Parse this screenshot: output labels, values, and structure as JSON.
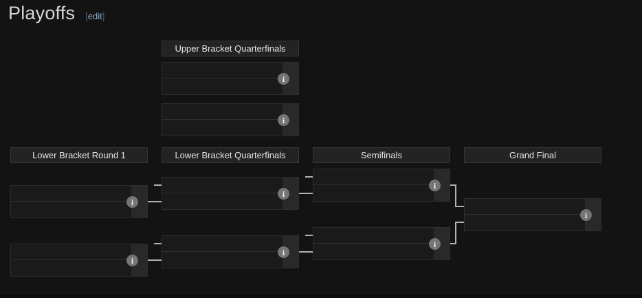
{
  "page": {
    "title": "Playoffs",
    "edit": {
      "open_bracket": "[",
      "label": "edit",
      "close_bracket": "]"
    }
  },
  "rounds": {
    "upper_bracket_quarterfinals": "Upper Bracket Quarterfinals",
    "lower_bracket_round_1": "Lower Bracket Round 1",
    "lower_bracket_quarterfinals": "Lower Bracket Quarterfinals",
    "semifinals": "Semifinals",
    "grand_final": "Grand Final"
  },
  "matches": [
    {
      "id": "upper-quarterfinal-1",
      "round": "Upper Bracket Quarterfinals",
      "slots": [
        {
          "team": "",
          "score": ""
        },
        {
          "team": "",
          "score": ""
        }
      ]
    },
    {
      "id": "upper-quarterfinal-2",
      "round": "Upper Bracket Quarterfinals",
      "slots": [
        {
          "team": "",
          "score": ""
        },
        {
          "team": "",
          "score": ""
        }
      ]
    },
    {
      "id": "lower-round1-1",
      "round": "Lower Bracket Round 1",
      "slots": [
        {
          "team": "",
          "score": ""
        },
        {
          "team": "",
          "score": ""
        }
      ]
    },
    {
      "id": "lower-round1-2",
      "round": "Lower Bracket Round 1",
      "slots": [
        {
          "team": "",
          "score": ""
        },
        {
          "team": "",
          "score": ""
        }
      ]
    },
    {
      "id": "lower-quarterfinal-1",
      "round": "Lower Bracket Quarterfinals",
      "slots": [
        {
          "team": "",
          "score": ""
        },
        {
          "team": "",
          "score": ""
        }
      ]
    },
    {
      "id": "lower-quarterfinal-2",
      "round": "Lower Bracket Quarterfinals",
      "slots": [
        {
          "team": "",
          "score": ""
        },
        {
          "team": "",
          "score": ""
        }
      ]
    },
    {
      "id": "semifinal-1",
      "round": "Semifinals",
      "slots": [
        {
          "team": "",
          "score": ""
        },
        {
          "team": "",
          "score": ""
        }
      ]
    },
    {
      "id": "semifinal-2",
      "round": "Semifinals",
      "slots": [
        {
          "team": "",
          "score": ""
        },
        {
          "team": "",
          "score": ""
        }
      ]
    },
    {
      "id": "grand-final",
      "round": "Grand Final",
      "slots": [
        {
          "team": "",
          "score": ""
        },
        {
          "team": "",
          "score": ""
        }
      ]
    }
  ],
  "icons": {
    "info_glyph": "i"
  },
  "colors": {
    "background": "#131313",
    "link": "#8badce",
    "connector": "#b2b2b2",
    "match_box": "#1a1a1a",
    "score_column": "#292929"
  }
}
